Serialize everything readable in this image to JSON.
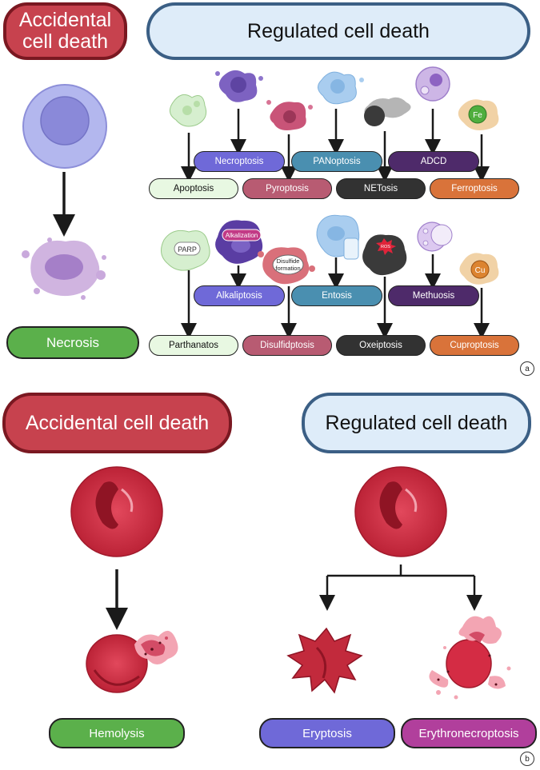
{
  "panel_a": {
    "accidental_header": "Accidental cell death",
    "regulated_header": "Regulated cell death",
    "necrosis_label": "Necrosis",
    "row1_upper": [
      "Necroptosis",
      "PANoptosis",
      "ADCD"
    ],
    "row1_lower": [
      "Apoptosis",
      "Pyroptosis",
      "NETosis",
      "Ferroptosis"
    ],
    "row2_upper": [
      "Alkaliptosis",
      "Entosis",
      "Methuosis"
    ],
    "row2_lower": [
      "Parthanatos",
      "Disulfidptosis",
      "Oxeiptosis",
      "Cuproptosis"
    ],
    "cell_labels": {
      "fe": "Fe",
      "parp": "PARP",
      "alkalization": "Alkalization",
      "disulfide": "Disulfide formation",
      "ros": "ROS",
      "cu": "Cu"
    },
    "badge": "a"
  },
  "panel_b": {
    "accidental_header": "Accidental cell death",
    "regulated_header": "Regulated cell death",
    "hemolysis_label": "Hemolysis",
    "eryptosis_label": "Eryptosis",
    "erythronecroptosis_label": "Erythronecroptosis",
    "badge": "b"
  },
  "colors": {
    "accidental_fill": "#c7424e",
    "accidental_border": "#7a1821",
    "regulated_fill": "#deecf9",
    "regulated_border": "#3b5f85",
    "green": "#5bb04b",
    "light_green": "#e8f8e2",
    "purple_blue": "#6f69d8",
    "teal": "#4a8fb0",
    "dark_purple": "#4e2a6a",
    "rose": "#b85b72",
    "charcoal": "#323232",
    "orange": "#d9733a",
    "magenta": "#b13f9c"
  }
}
